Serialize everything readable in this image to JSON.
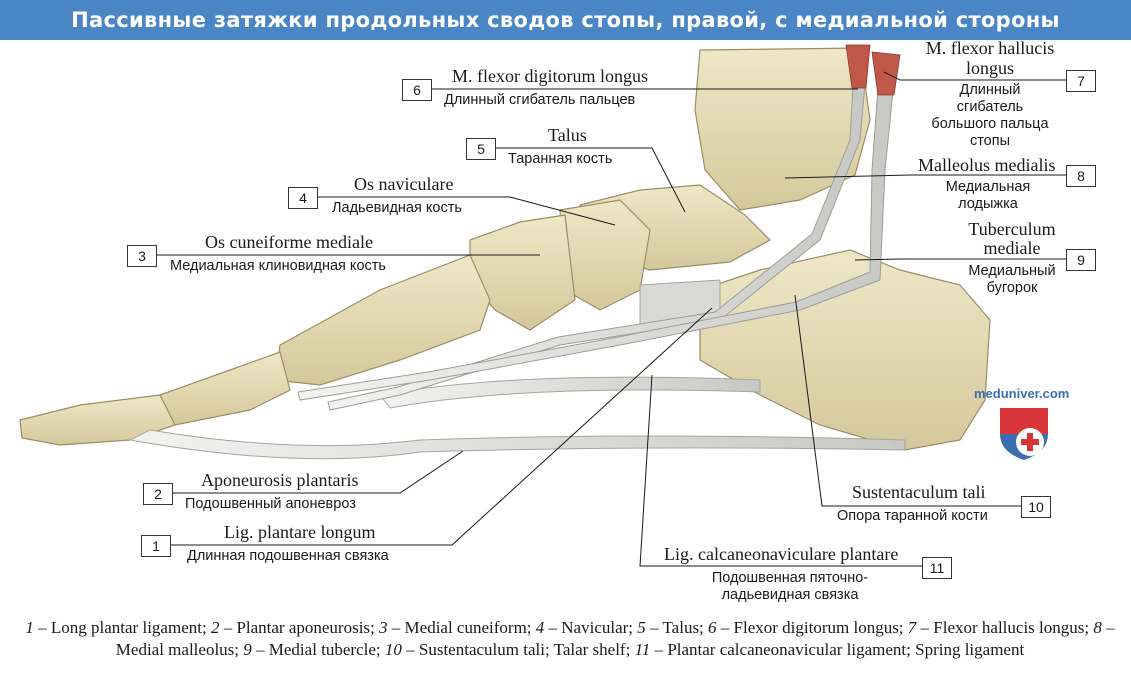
{
  "title": "Пассивные затяжки продольных сводов стопы, правой, с медиальной стороны",
  "labels": [
    {
      "num": "1",
      "lat": "Lig. plantare longum",
      "ru": "Длинная подошвенная связка"
    },
    {
      "num": "2",
      "lat": "Aponeurosis plantaris",
      "ru": "Подошвенный апоневроз"
    },
    {
      "num": "3",
      "lat": "Os cuneiforme mediale",
      "ru": "Медиальная клиновидная кость"
    },
    {
      "num": "4",
      "lat": "Os naviculare",
      "ru": "Ладьевидная кость"
    },
    {
      "num": "5",
      "lat": "Talus",
      "ru": "Таранная кость"
    },
    {
      "num": "6",
      "lat": "M. flexor digitorum longus",
      "ru": "Длинный сгибатель пальцев"
    },
    {
      "num": "7",
      "lat1": "M. flexor hallucis",
      "lat2": "longus",
      "ru1": "Длинный",
      "ru2": "сгибатель",
      "ru3": "большого пальца",
      "ru4": "стопы"
    },
    {
      "num": "8",
      "lat": "Malleolus medialis",
      "ru1": "Медиальная",
      "ru2": "лодыжка"
    },
    {
      "num": "9",
      "lat1": "Tuberculum",
      "lat2": "mediale",
      "ru1": "Медиальный",
      "ru2": "бугорок"
    },
    {
      "num": "10",
      "lat": "Sustentaculum tali",
      "ru": "Опора таранной кости"
    },
    {
      "num": "11",
      "lat": "Lig. calcaneonaviculare plantare",
      "ru1": "Подошвенная пяточно-",
      "ru2": "ладьевидная связка"
    }
  ],
  "watermark": "meduniver.com",
  "caption": [
    {
      "n": "1",
      "t": " – Long plantar ligament; "
    },
    {
      "n": "2",
      "t": " – Plantar aponeurosis; "
    },
    {
      "n": "3",
      "t": " – Medial cuneiform; "
    },
    {
      "n": "4",
      "t": " – Navicular; "
    },
    {
      "n": "5",
      "t": " – Talus; "
    },
    {
      "n": "6",
      "t": " – Flexor digitorum longus; "
    },
    {
      "n": "7",
      "t": " – Flexor hallucis longus; "
    },
    {
      "n": "8",
      "t": " – Medial malleolus; "
    },
    {
      "n": "9",
      "t": " – Medial tubercle; "
    },
    {
      "n": "10",
      "t": " – Sustentaculum tali; Talar shelf; "
    },
    {
      "n": "11",
      "t": " – Plantar calcaneonavicular ligament; Spring ligament"
    }
  ],
  "colors": {
    "title_bg": "#4a86c5",
    "bone": "#e6dcb6",
    "tendon": "#dcdcda",
    "muscle": "#c0584a"
  }
}
